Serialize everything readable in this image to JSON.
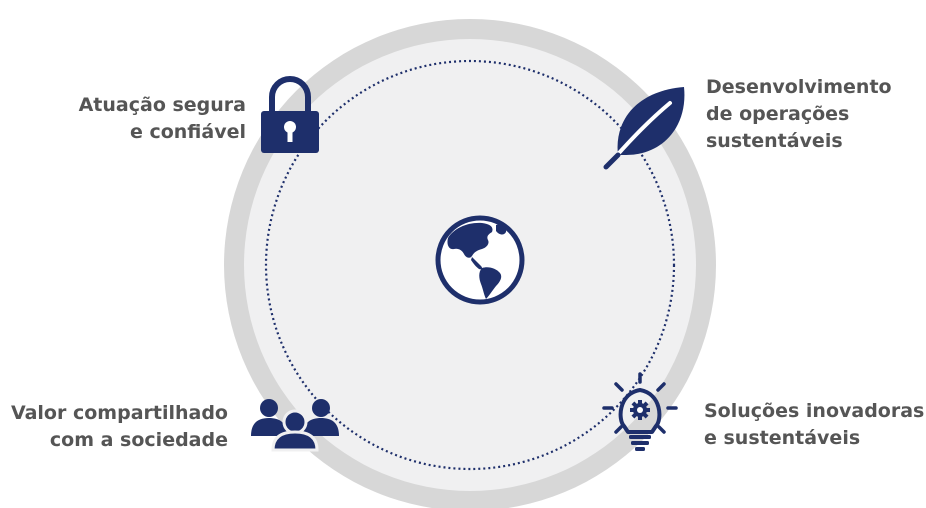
{
  "colors": {
    "outer_ring": "#d7d7d7",
    "inner_disc": "#f0f0f1",
    "dotted_ring": "#1e2f6b",
    "icon_navy": "#1e2f6b",
    "label_text": "#555555"
  },
  "center": {
    "icon": "globe-icon"
  },
  "pillars": [
    {
      "icon": "padlock-icon",
      "lines": [
        "Atuação segura",
        "e confiável"
      ]
    },
    {
      "icon": "leaf-icon",
      "lines": [
        "Desenvolvimento",
        "de operações",
        "sustentáveis"
      ]
    },
    {
      "icon": "people-group-icon",
      "lines": [
        "Valor compartilhado",
        "com a sociedade"
      ]
    },
    {
      "icon": "lightbulb-gear-icon",
      "lines": [
        "Soluções inovadoras",
        "e sustentáveis"
      ]
    }
  ]
}
